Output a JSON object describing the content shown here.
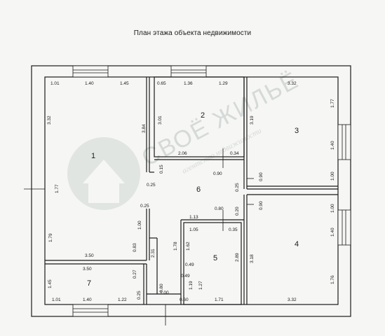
{
  "title": "План этажа объекта недвижимости",
  "watermark": {
    "text": "СВОЁ ЖИЛЬЁ",
    "subtext": "агентство недвижимости"
  },
  "rooms": [
    {
      "id": "1",
      "label": "1"
    },
    {
      "id": "2",
      "label": "2"
    },
    {
      "id": "3",
      "label": "3"
    },
    {
      "id": "4",
      "label": "4"
    },
    {
      "id": "5",
      "label": "5"
    },
    {
      "id": "6",
      "label": "6"
    },
    {
      "id": "7",
      "label": "7"
    }
  ],
  "dimensions": {
    "r1_top_a": "1.01",
    "r1_top_b": "1.40",
    "r1_top_c": "1.45",
    "r1_left": "3.32",
    "r1_right": "3.84",
    "r1_mid": "1.77",
    "r1_lower": "1.79",
    "r1_bottom": "3.50",
    "r1_right_low": "0.83",
    "r1_door": "1.00",
    "r7_top": "3.50",
    "r7_left": "1.45",
    "r7_right": "0.27",
    "r7_bot_a": "1.01",
    "r7_bot_b": "1.40",
    "r7_bot_c": "1.22",
    "r2_top_a": "0.65",
    "r2_top_b": "1.36",
    "r2_top_c": "1.29",
    "r2_left": "3.01",
    "r2_bot_a": "2.06",
    "r2_bot_b": "0.34",
    "r3_top": "3.32",
    "r3_left": "3.19",
    "r3_right_a": "1.77",
    "r3_right_b": "1.40",
    "r3_right_c": "1.00",
    "r6_a": "0.15",
    "r6_b": "0.25",
    "r6_c": "0.90",
    "r6_d": "0.90",
    "r6_e": "0.25",
    "r6_f": "0.25",
    "r6_g": "0.80",
    "r6_h": "0.20",
    "r6_i": "0.90",
    "r6_j": "1.13",
    "r6_k": "2.31",
    "r5_a": "1.05",
    "r5_b": "0.35",
    "r5_c": "1.78",
    "r5_d": "1.62",
    "r5_e": "2.89",
    "r5_f": "0.49",
    "r5_g": "0.49",
    "r5_h": "1.19",
    "r5_i": "1.27",
    "r5_j": "1.71",
    "c_a": "0.25",
    "c_b": "0.80",
    "c_c": "1.00",
    "c_d": "0.60",
    "r4_top": "1.00",
    "r4_left": "3.18",
    "r4_r_a": "1.40",
    "r4_r_b": "1.76",
    "r4_bottom": "3.32"
  }
}
